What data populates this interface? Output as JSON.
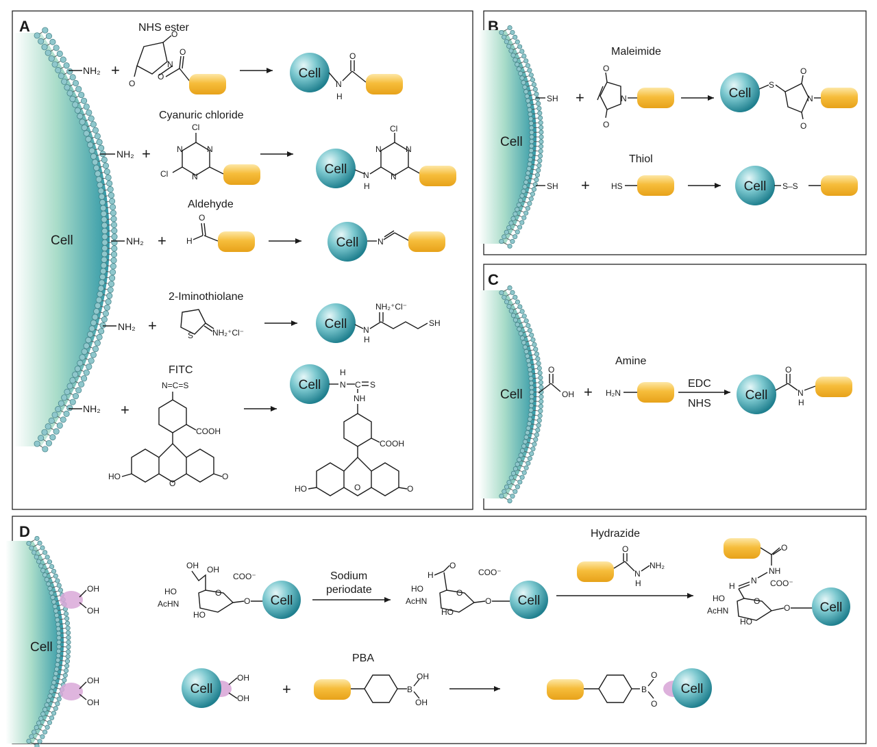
{
  "panels": {
    "a": "A",
    "b": "B",
    "c": "C",
    "d": "D"
  },
  "cell_label": "Cell",
  "panel_a": {
    "groups": [
      "NH₂",
      "NH₂",
      "NH₂",
      "NH₂",
      "NH₂"
    ],
    "plus": "+",
    "nhs_ester": {
      "name": "NHS ester",
      "o1": "O",
      "o2": "O",
      "o3": "O",
      "o4": "O",
      "n": "N",
      "product_o": "O",
      "product_n": "N",
      "product_h": "H"
    },
    "cyanuric_chloride": {
      "name": "Cyanuric chloride",
      "cl_top": "Cl",
      "cl_left": "Cl",
      "n": "N",
      "product_cl": "Cl",
      "product_n": "N",
      "product_nh": "N",
      "product_h": "H"
    },
    "aldehyde": {
      "name": "Aldehyde",
      "o": "O",
      "h": "H",
      "product_n": "N"
    },
    "iminothiolane": {
      "name": "2-Iminothiolane",
      "s": "S",
      "group": "NH₂⁺Cl⁻",
      "product_top": "NH₂⁺Cl⁻",
      "product_n": "N",
      "product_h": "H",
      "product_sh": "SH"
    },
    "fitc": {
      "name": "FITC",
      "ncs": "N=C=S",
      "cooh": "COOH",
      "ho": "HO",
      "o": "O",
      "product_nh_top": "H",
      "product_n": "N",
      "product_c": "C",
      "product_s": "S",
      "product_nh": "NH",
      "product_cooh": "COOH",
      "product_ho": "HO",
      "product_o": "O"
    }
  },
  "panel_b": {
    "groups": [
      "SH",
      "SH"
    ],
    "maleimide": {
      "name": "Maleimide",
      "o": "O",
      "n": "N",
      "product_s": "S",
      "product_n": "N"
    },
    "thiol": {
      "name": "Thiol",
      "hs": "HS",
      "product_ss": "S–S"
    }
  },
  "panel_c": {
    "group_o": "O",
    "group_oh": "OH",
    "amine": {
      "name": "Amine",
      "h2n": "H₂N"
    },
    "arrow_top": "EDC",
    "arrow_bottom": "NHS",
    "product_o": "O",
    "product_n": "N",
    "product_h": "H"
  },
  "panel_d": {
    "groups": [
      "OH",
      "OH",
      "OH",
      "OH"
    ],
    "sialic": {
      "oh1": "OH",
      "oh2": "OH",
      "coo": "COO⁻",
      "ho": "HO",
      "achn": "AcHN",
      "ho2": "HO",
      "o": "O",
      "ring_o": "O"
    },
    "arrow1": [
      "Sodium",
      "periodate"
    ],
    "aldehyde": {
      "h": "H",
      "o": "O",
      "coo": "COO⁻",
      "ho": "HO",
      "achn": "AcHN",
      "ho2": "HO",
      "ring_o": "O"
    },
    "hydrazide": {
      "name": "Hydrazide",
      "o": "O",
      "n": "N",
      "h": "H",
      "nh2": "NH₂"
    },
    "product": {
      "o": "O",
      "nh": "NH",
      "n": "N",
      "h": "H",
      "coo": "COO⁻",
      "ho": "HO",
      "achn": "AcHN",
      "ho2": "HO",
      "ring_o": "O",
      "o2": "O"
    },
    "pba": {
      "name": "PBA",
      "oh1": "OH",
      "oh2": "OH",
      "b": "B"
    },
    "cell_oh1": "OH",
    "cell_oh2": "OH",
    "boronate": {
      "o1": "O",
      "o2": "O",
      "b": "B"
    }
  },
  "colors": {
    "cell": "#3fa3b0",
    "payload": "#f2b632",
    "lipid_head": "#8fc7cc",
    "diol": "#d9a8d8"
  }
}
